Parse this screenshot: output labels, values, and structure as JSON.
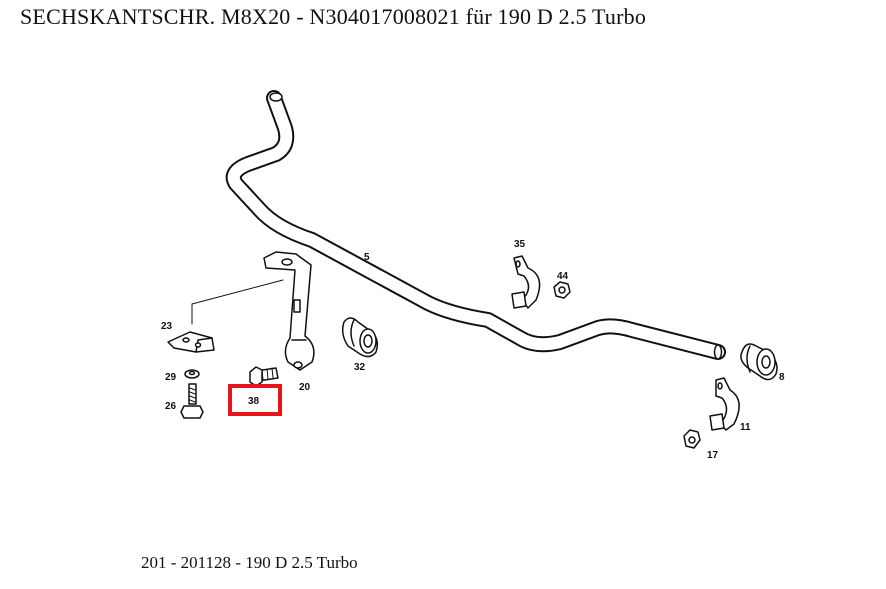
{
  "page": {
    "title": "SECHSKANTSCHR. M8X20 - N304017008021 für 190 D 2.5 Turbo",
    "footer": "201 - 201128 - 190 D 2.5 Turbo"
  },
  "diagram": {
    "highlight_color": "#e8141b",
    "highlighted_part": "38",
    "labels": {
      "p5": "5",
      "p8": "8",
      "p11": "11",
      "p17": "17",
      "p20": "20",
      "p23": "23",
      "p26": "26",
      "p29": "29",
      "p32": "32",
      "p35": "35",
      "p38": "38",
      "p44": "44"
    }
  }
}
